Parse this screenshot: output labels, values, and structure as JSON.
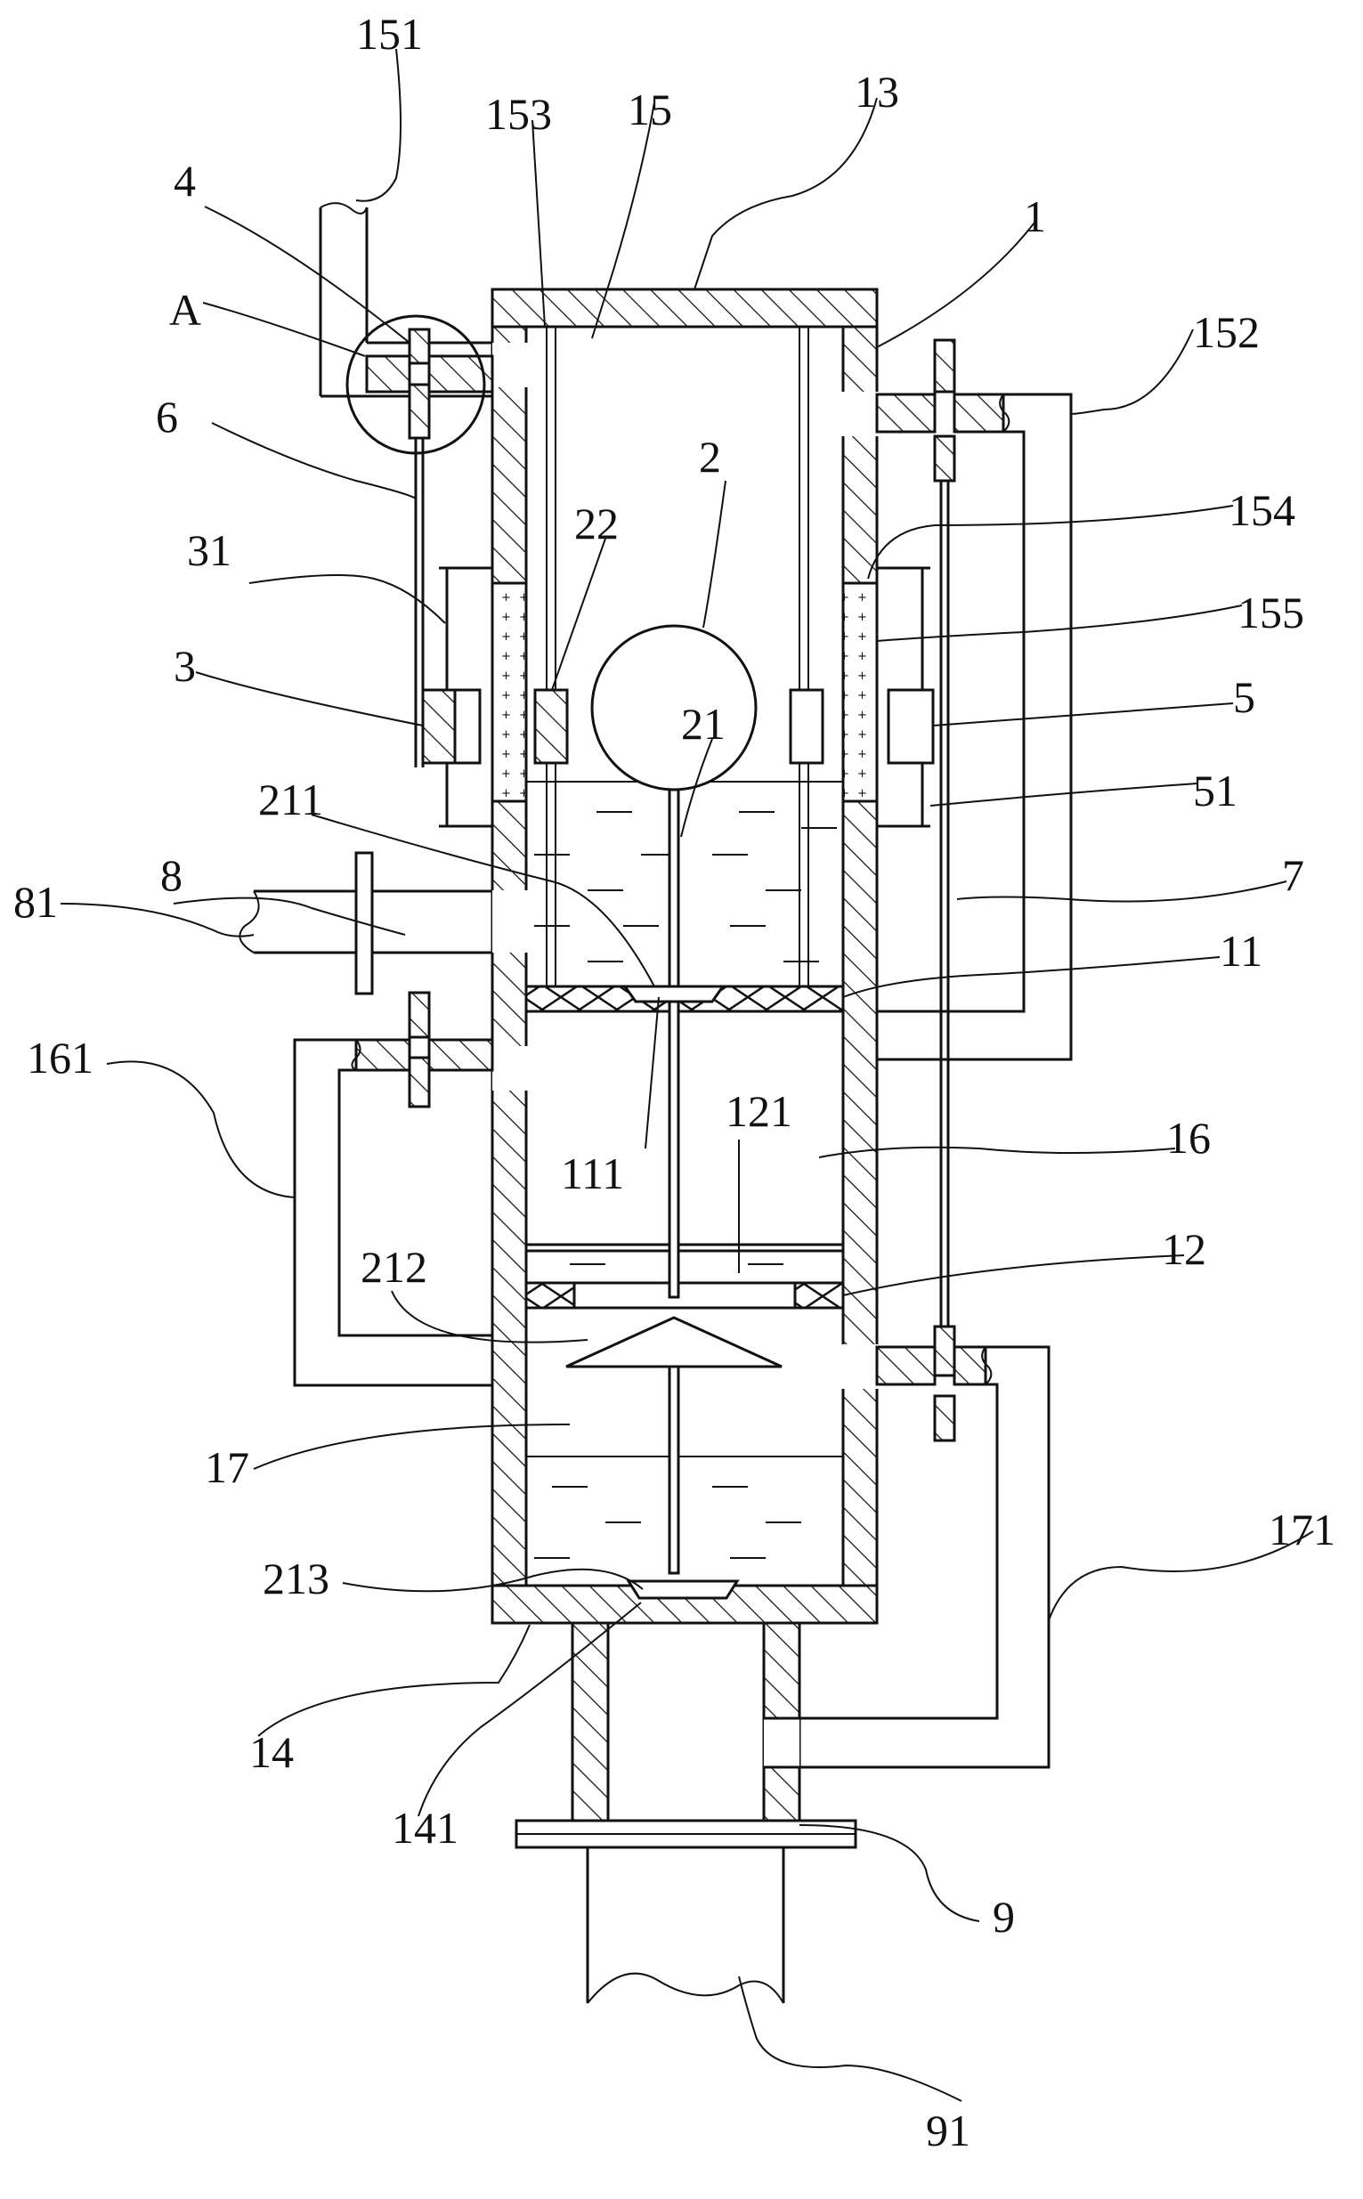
{
  "figure": {
    "labels": [
      {
        "id": "151",
        "text": "151"
      },
      {
        "id": "153",
        "text": "153"
      },
      {
        "id": "15",
        "text": "15"
      },
      {
        "id": "13",
        "text": "13"
      },
      {
        "id": "4",
        "text": "4"
      },
      {
        "id": "A",
        "text": "A"
      },
      {
        "id": "1",
        "text": "1"
      },
      {
        "id": "152",
        "text": "152"
      },
      {
        "id": "6",
        "text": "6"
      },
      {
        "id": "2",
        "text": "2"
      },
      {
        "id": "31",
        "text": "31"
      },
      {
        "id": "22",
        "text": "22"
      },
      {
        "id": "154",
        "text": "154"
      },
      {
        "id": "155",
        "text": "155"
      },
      {
        "id": "3",
        "text": "3"
      },
      {
        "id": "21",
        "text": "21"
      },
      {
        "id": "5",
        "text": "5"
      },
      {
        "id": "211",
        "text": "211"
      },
      {
        "id": "51",
        "text": "51"
      },
      {
        "id": "8",
        "text": "8"
      },
      {
        "id": "7",
        "text": "7"
      },
      {
        "id": "81",
        "text": "81"
      },
      {
        "id": "11",
        "text": "11"
      },
      {
        "id": "161",
        "text": "161"
      },
      {
        "id": "121",
        "text": "121"
      },
      {
        "id": "111",
        "text": "111"
      },
      {
        "id": "16",
        "text": "16"
      },
      {
        "id": "212",
        "text": "212"
      },
      {
        "id": "12",
        "text": "12"
      },
      {
        "id": "17",
        "text": "17"
      },
      {
        "id": "171",
        "text": "171"
      },
      {
        "id": "213",
        "text": "213"
      },
      {
        "id": "14",
        "text": "14"
      },
      {
        "id": "141",
        "text": "141"
      },
      {
        "id": "9",
        "text": "9"
      },
      {
        "id": "91",
        "text": "91"
      }
    ]
  }
}
